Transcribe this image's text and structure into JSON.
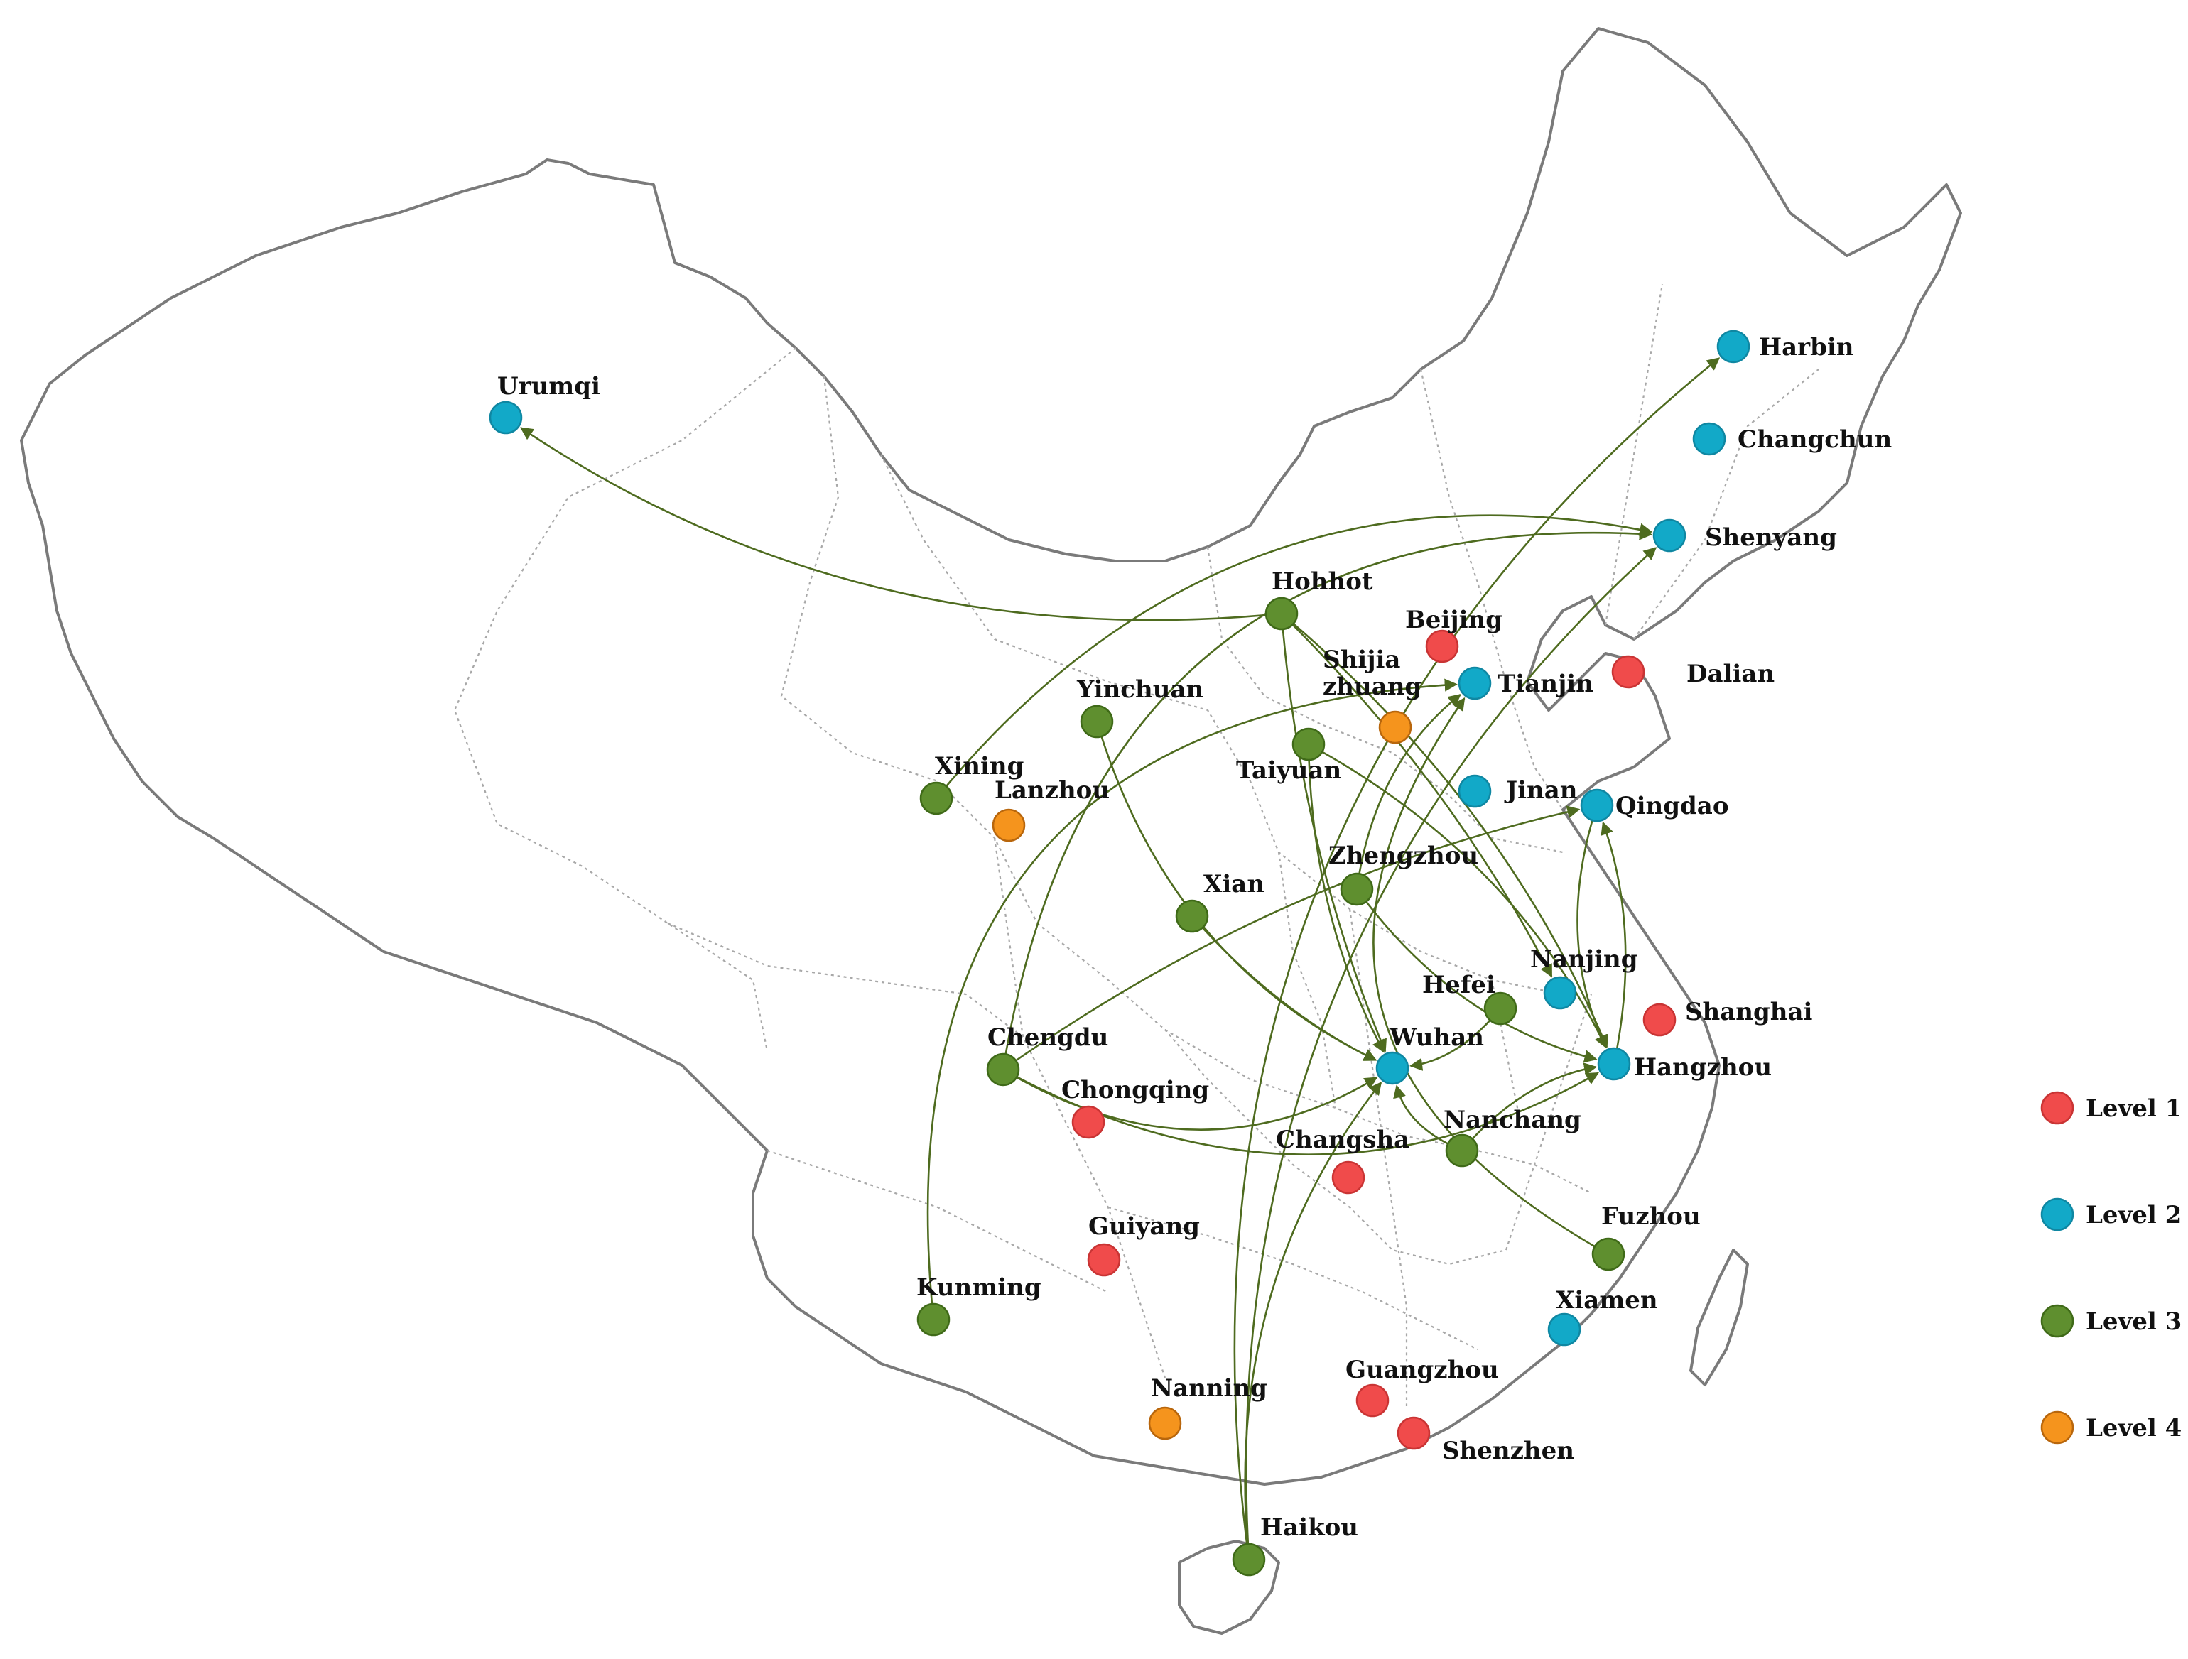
{
  "legend": [
    {
      "level": 1,
      "label": "Level 1",
      "color": "#f04b4b"
    },
    {
      "level": 2,
      "label": "Level 2",
      "color": "#12a9c8"
    },
    {
      "level": 3,
      "label": "Level 3",
      "color": "#5f8f2f"
    },
    {
      "level": 4,
      "label": "Level 4",
      "color": "#f5941d"
    }
  ],
  "cities": [
    {
      "id": "urumqi",
      "label": "Urumqi",
      "level": 2
    },
    {
      "id": "harbin",
      "label": "Harbin",
      "level": 2
    },
    {
      "id": "changchun",
      "label": "Changchun",
      "level": 2
    },
    {
      "id": "shenyang",
      "label": "Shenyang",
      "level": 2
    },
    {
      "id": "hohhot",
      "label": "Hohhot",
      "level": 3
    },
    {
      "id": "beijing",
      "label": "Beijing",
      "level": 1
    },
    {
      "id": "tianjin",
      "label": "Tianjin",
      "level": 2
    },
    {
      "id": "dalian",
      "label": "Dalian",
      "level": 1
    },
    {
      "id": "shijiazhuang",
      "label": "Shijia zhuang",
      "level": 4
    },
    {
      "id": "yinchuan",
      "label": "Yinchuan",
      "level": 3
    },
    {
      "id": "taiyuan",
      "label": "Taiyuan",
      "level": 3
    },
    {
      "id": "xining",
      "label": "Xining",
      "level": 3
    },
    {
      "id": "lanzhou",
      "label": "Lanzhou",
      "level": 4
    },
    {
      "id": "jinan",
      "label": "Jinan",
      "level": 2
    },
    {
      "id": "qingdao",
      "label": "Qingdao",
      "level": 2
    },
    {
      "id": "zhengzhou",
      "label": "Zhengzhou",
      "level": 3
    },
    {
      "id": "xian",
      "label": "Xian",
      "level": 3
    },
    {
      "id": "nanjing",
      "label": "Nanjing",
      "level": 2
    },
    {
      "id": "hefei",
      "label": "Hefei",
      "level": 3
    },
    {
      "id": "shanghai",
      "label": "Shanghai",
      "level": 1
    },
    {
      "id": "chengdu",
      "label": "Chengdu",
      "level": 3
    },
    {
      "id": "wuhan",
      "label": "Wuhan",
      "level": 2
    },
    {
      "id": "hangzhou",
      "label": "Hangzhou",
      "level": 2
    },
    {
      "id": "chongqing",
      "label": "Chongqing",
      "level": 1
    },
    {
      "id": "changsha",
      "label": "Changsha",
      "level": 1
    },
    {
      "id": "nanchang",
      "label": "Nanchang",
      "level": 3
    },
    {
      "id": "fuzhou",
      "label": "Fuzhou",
      "level": 3
    },
    {
      "id": "guiyang",
      "label": "Guiyang",
      "level": 1
    },
    {
      "id": "xiamen",
      "label": "Xiamen",
      "level": 2
    },
    {
      "id": "kunming",
      "label": "Kunming",
      "level": 3
    },
    {
      "id": "guangzhou",
      "label": "Guangzhou",
      "level": 1
    },
    {
      "id": "nanning",
      "label": "Nanning",
      "level": 4
    },
    {
      "id": "shenzhen",
      "label": "Shenzhen",
      "level": 1
    },
    {
      "id": "haikou",
      "label": "Haikou",
      "level": 3
    }
  ],
  "flows": [
    {
      "from": "hohhot",
      "to": "urumqi"
    },
    {
      "from": "hohhot",
      "to": "hangzhou"
    },
    {
      "from": "hohhot",
      "to": "wuhan"
    },
    {
      "from": "hohhot",
      "to": "nanjing"
    },
    {
      "from": "yinchuan",
      "to": "wuhan"
    },
    {
      "from": "taiyuan",
      "to": "wuhan"
    },
    {
      "from": "taiyuan",
      "to": "hangzhou"
    },
    {
      "from": "xining",
      "to": "shenyang"
    },
    {
      "from": "kunming",
      "to": "tianjin"
    },
    {
      "from": "zhengzhou",
      "to": "hangzhou"
    },
    {
      "from": "zhengzhou",
      "to": "tianjin"
    },
    {
      "from": "xian",
      "to": "wuhan"
    },
    {
      "from": "hefei",
      "to": "wuhan"
    },
    {
      "from": "chengdu",
      "to": "qingdao"
    },
    {
      "from": "chengdu",
      "to": "hangzhou"
    },
    {
      "from": "chengdu",
      "to": "wuhan"
    },
    {
      "from": "chengdu",
      "to": "shenyang"
    },
    {
      "from": "nanchang",
      "to": "wuhan"
    },
    {
      "from": "nanchang",
      "to": "hangzhou"
    },
    {
      "from": "fuzhou",
      "to": "tianjin"
    },
    {
      "from": "haikou",
      "to": "harbin"
    },
    {
      "from": "haikou",
      "to": "shenyang"
    },
    {
      "from": "haikou",
      "to": "wuhan"
    },
    {
      "from": "qingdao",
      "to": "hangzhou"
    },
    {
      "from": "hangzhou",
      "to": "qingdao"
    }
  ]
}
